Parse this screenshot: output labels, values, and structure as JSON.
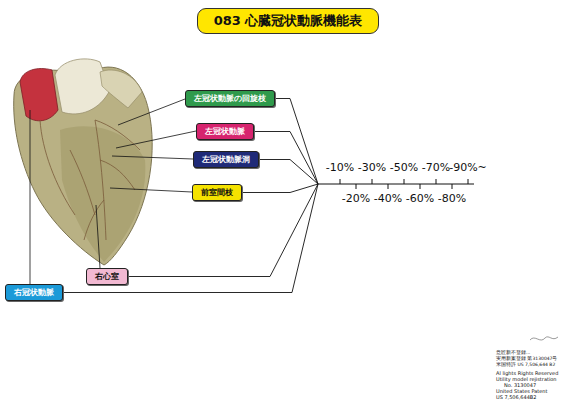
{
  "diagram": {
    "title": "083 心臓冠状動脈機能表",
    "nodes": [
      {
        "text": [
          "左冠状動脈の回旋枝"
        ]
      },
      {
        "text": [
          "左冠状動脈"
        ]
      },
      {
        "text": [
          "左冠状動脈洞"
        ]
      },
      {
        "text": [
          "前室間枝"
        ]
      },
      {
        "text": [
          "右心室"
        ]
      },
      {
        "text": [
          "右冠状動脈"
        ]
      }
    ],
    "labels": [
      "-10%",
      "-30%",
      "-50%",
      "-70%",
      "-90%~",
      "-20%",
      "-40%",
      "-60%",
      "-80%",
      "意匠新不登録...",
      "実用新案登録 第3130047号",
      "米国特許 US 7,506,644 B2",
      "Al lights Rights Reserved",
      "Utility model rejistration",
      "No. 3130047",
      "United States Patent",
      "US 7,506,644B2"
    ]
  }
}
